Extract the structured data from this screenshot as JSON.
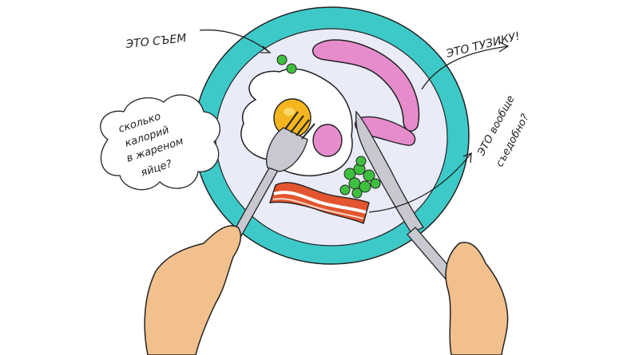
{
  "labels": {
    "peas": "ЭТО СЪЕМ",
    "sausage": "ЭТО ТУЗИКУ!",
    "bacon_line1": "ЭТО вообще",
    "bacon_line2": "съедобно?"
  },
  "cloud": {
    "lines": [
      "сколько",
      "калорий",
      "в жареном",
      "яйце?"
    ]
  },
  "colors": {
    "plate_rim": "#3ec9c9",
    "plate_center": "#e9ebf8",
    "yolk": "#f4b51e",
    "sausage": "#e68ccc",
    "peas": "#3fbf3f",
    "bacon": "#e2552f",
    "skin": "#f2c08c",
    "cutlery": "#c8c8d0"
  },
  "icons": [
    "plate-icon",
    "fried-egg-icon",
    "sausage-icon",
    "peas-icon",
    "bacon-icon",
    "fork-icon",
    "knife-icon",
    "hand-icon",
    "thought-cloud-icon"
  ]
}
